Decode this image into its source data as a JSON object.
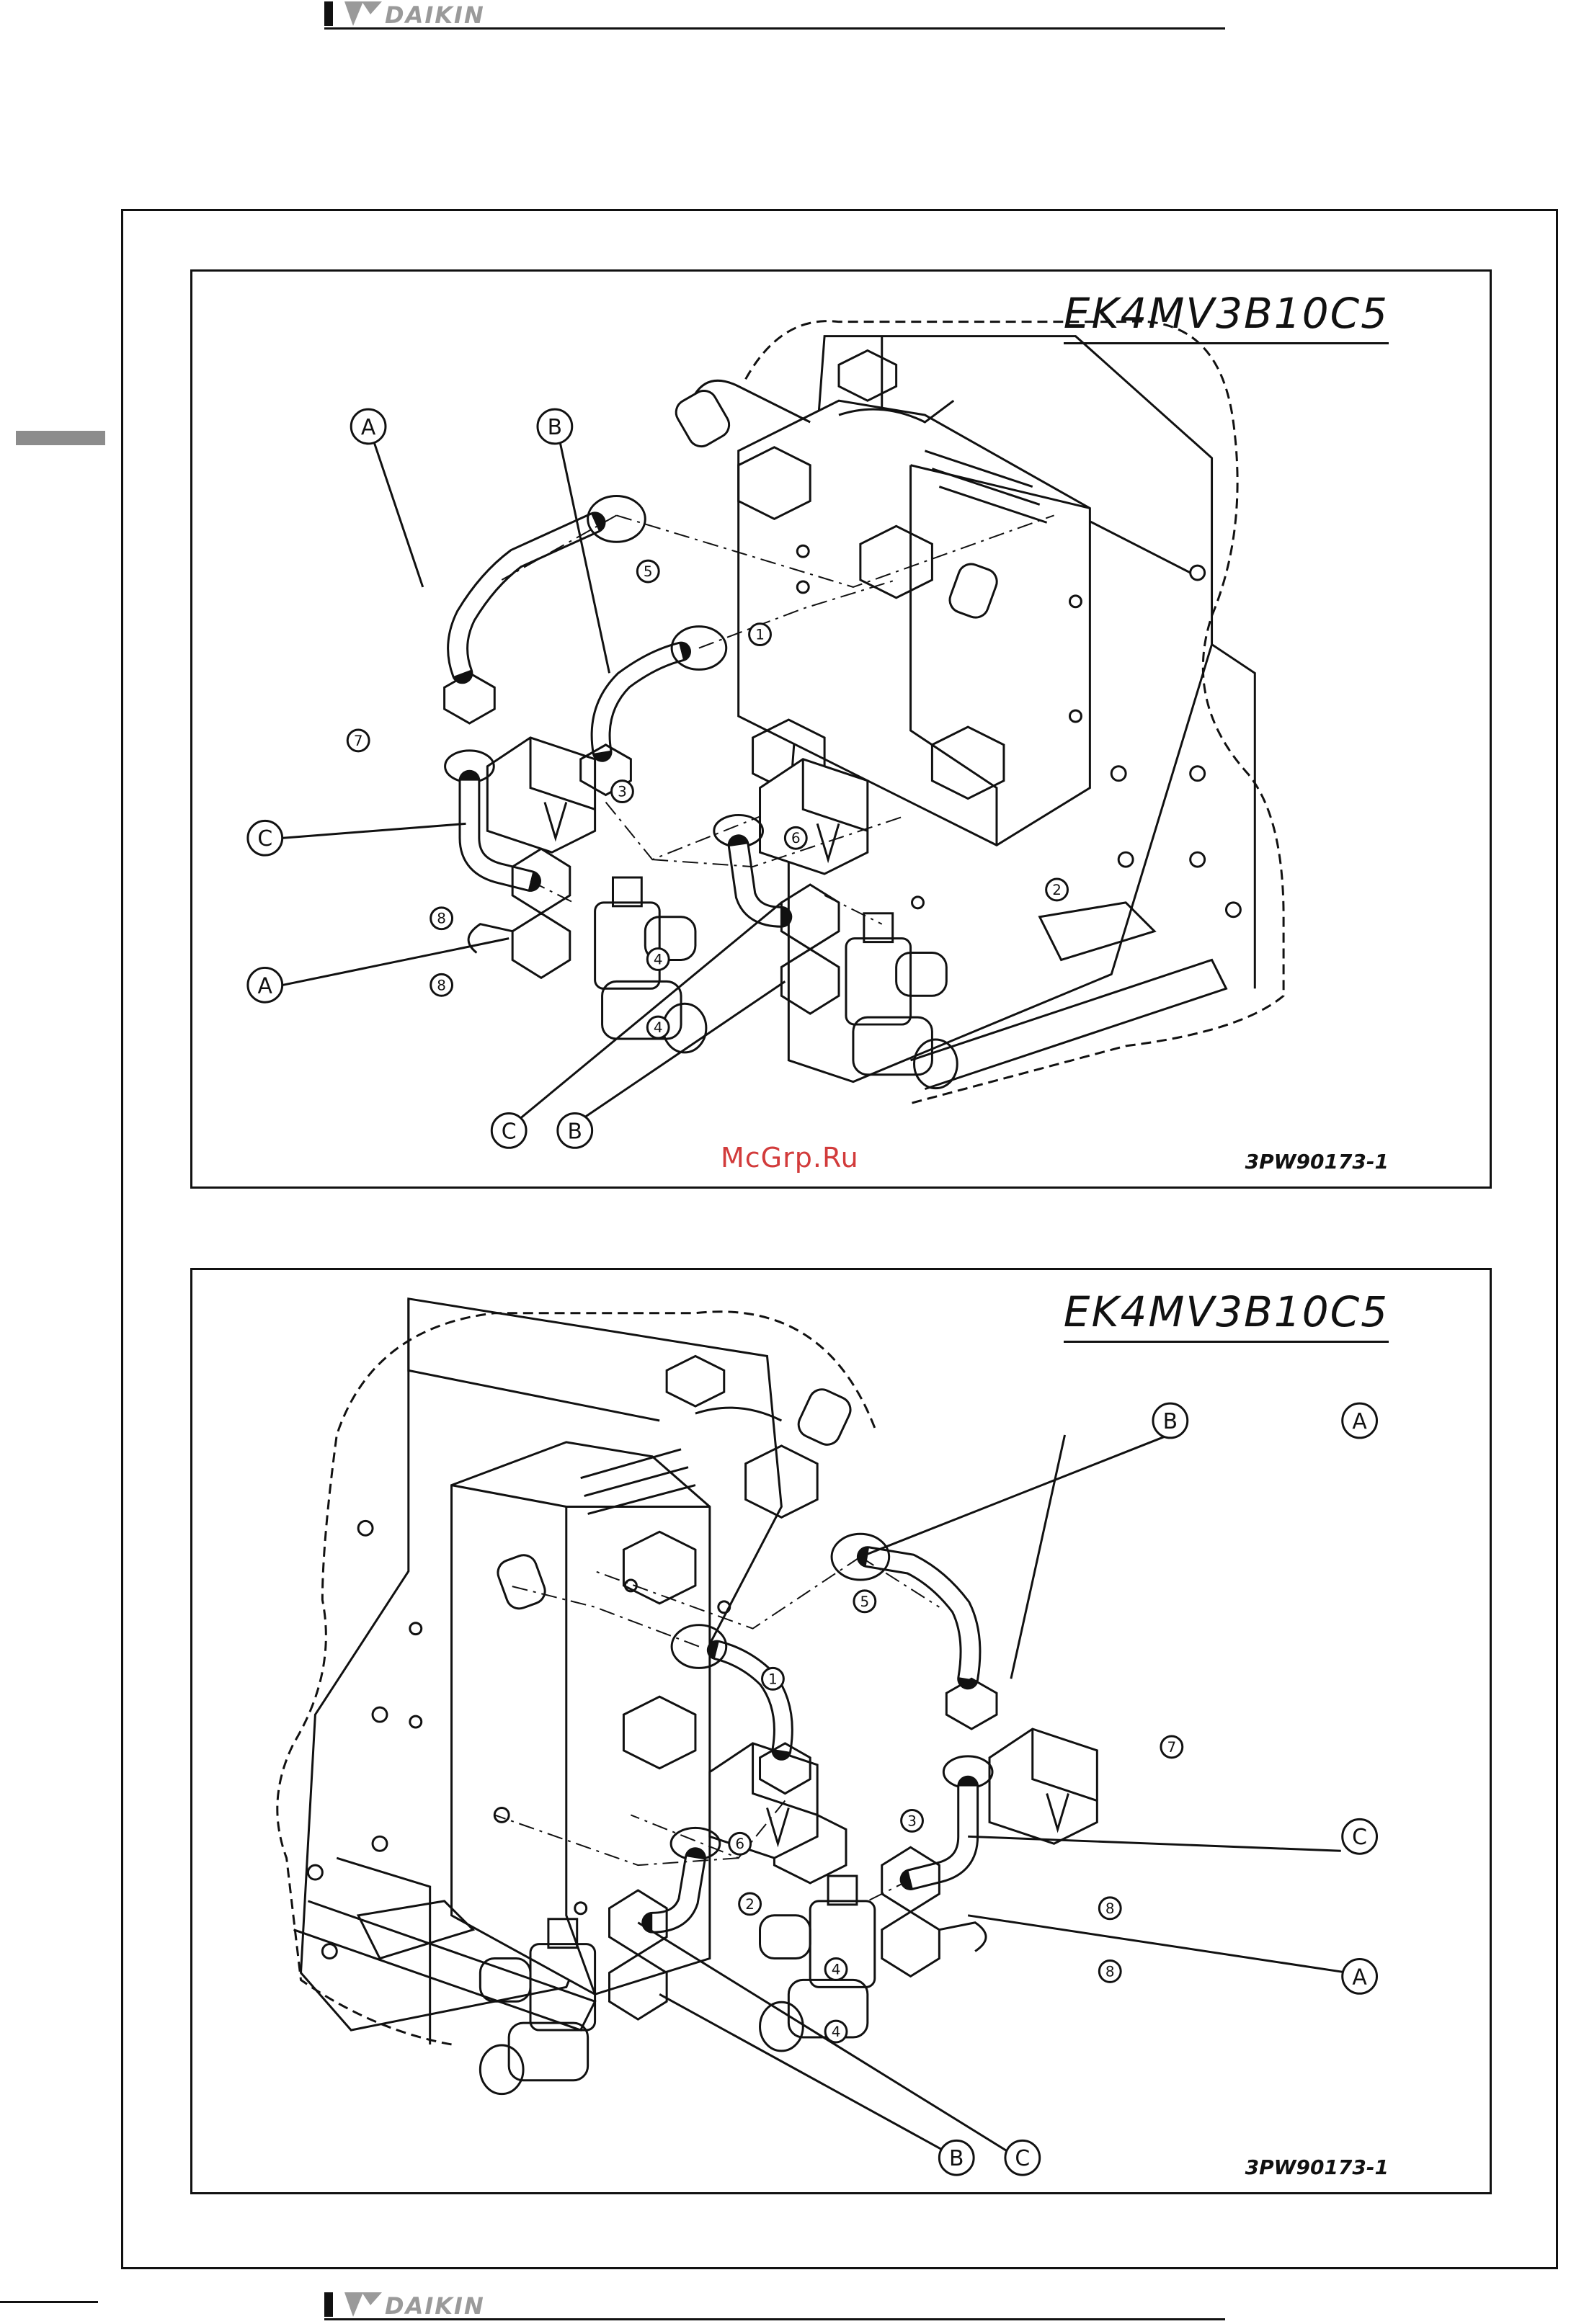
{
  "header": {
    "brand": "DAIKIN"
  },
  "footer": {
    "brand": "DAIKIN"
  },
  "panels": [
    {
      "model": "EK4MV3B10C5",
      "drawing_number": "3PW90173-1",
      "labels": {
        "A": "A",
        "B": "B",
        "C": "C",
        "n1": "1",
        "n2": "2",
        "n3": "3",
        "n4": "4",
        "n5": "5",
        "n6": "6",
        "n7": "7",
        "n8": "8"
      }
    },
    {
      "model": "EK4MV3B10C5",
      "drawing_number": "3PW90173-1",
      "labels": {
        "A": "A",
        "B": "B",
        "C": "C",
        "n1": "1",
        "n2": "2",
        "n3": "3",
        "n4": "4",
        "n5": "5",
        "n6": "6",
        "n7": "7",
        "n8": "8"
      }
    }
  ],
  "watermark": "McGrp.Ru",
  "colors": {
    "line": "#111111",
    "brand_gray": "#9a9a9a",
    "watermark": "#d23b3b",
    "side_tab": "#8c8c8c"
  },
  "icons": {
    "logo": "daikin-logo-icon"
  }
}
